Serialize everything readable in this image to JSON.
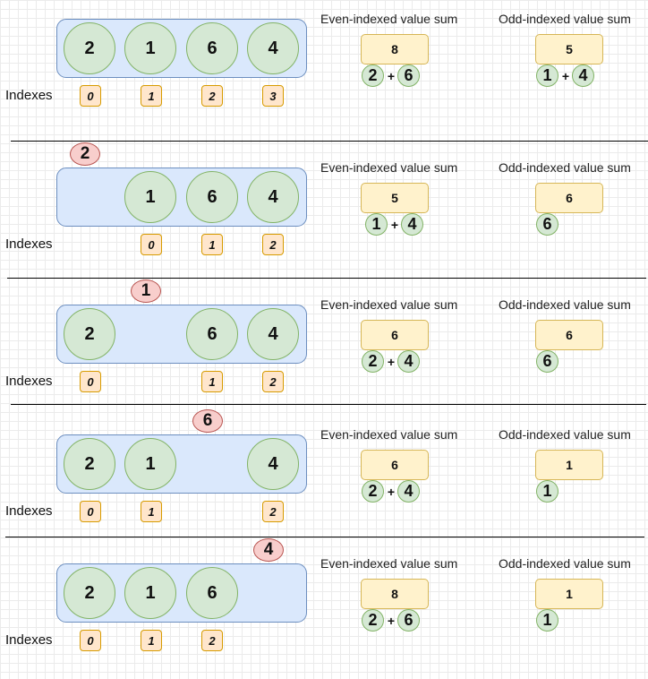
{
  "labels": {
    "indexes": "Indexes",
    "even_sum": "Even-indexed value sum",
    "odd_sum": "Odd-indexed value sum",
    "plus": "+"
  },
  "colors": {
    "array_fill": "#dae8fc",
    "value_fill": "#d5e8d4",
    "removed_fill": "#f8cecc",
    "index_fill": "#ffe6cc",
    "sum_fill": "#fff2cc"
  },
  "panels": [
    {
      "removed": "",
      "values": [
        "2",
        "1",
        "6",
        "4"
      ],
      "indexes": [
        "0",
        "1",
        "2",
        "3"
      ],
      "even_total": "8",
      "even_terms": [
        "2",
        "6"
      ],
      "odd_total": "5",
      "odd_terms": [
        "1",
        "4"
      ]
    },
    {
      "removed": "2",
      "values": [
        "",
        "1",
        "6",
        "4"
      ],
      "indexes": [
        "",
        "0",
        "1",
        "2"
      ],
      "even_total": "5",
      "even_terms": [
        "1",
        "4"
      ],
      "odd_total": "6",
      "odd_terms": [
        "6"
      ]
    },
    {
      "removed": "1",
      "values": [
        "2",
        "",
        "6",
        "4"
      ],
      "indexes": [
        "0",
        "",
        "1",
        "2"
      ],
      "even_total": "6",
      "even_terms": [
        "2",
        "4"
      ],
      "odd_total": "6",
      "odd_terms": [
        "6"
      ]
    },
    {
      "removed": "6",
      "values": [
        "2",
        "1",
        "",
        "4"
      ],
      "indexes": [
        "0",
        "1",
        "",
        "2"
      ],
      "even_total": "6",
      "even_terms": [
        "2",
        "4"
      ],
      "odd_total": "1",
      "odd_terms": [
        "1"
      ]
    },
    {
      "removed": "4",
      "values": [
        "2",
        "1",
        "6",
        ""
      ],
      "indexes": [
        "0",
        "1",
        "2",
        ""
      ],
      "even_total": "8",
      "even_terms": [
        "2",
        "6"
      ],
      "odd_total": "1",
      "odd_terms": [
        "1"
      ]
    }
  ]
}
